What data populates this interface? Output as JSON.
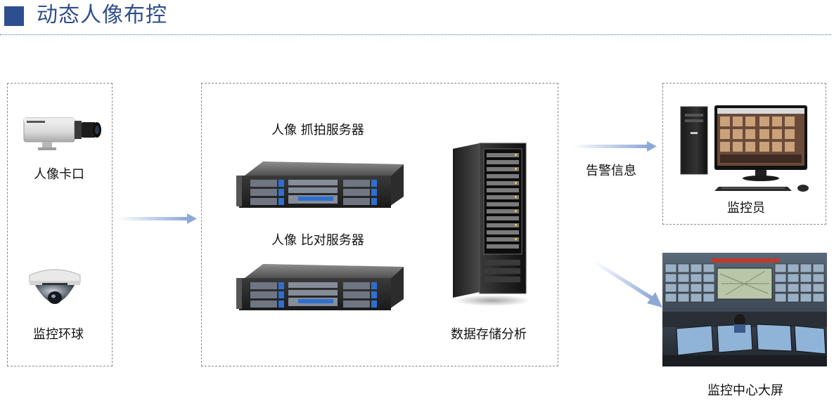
{
  "header": {
    "title": "动态人像布控"
  },
  "devices": {
    "camera_label": "人像卡口",
    "dome_label": "监控环球"
  },
  "servers": {
    "capture_label": "人像 抓拍服务器",
    "compare_label": "人像 比对服务器",
    "storage_label": "数据存储分析"
  },
  "outputs": {
    "alert_label": "告警信息",
    "operator_label": "监控员",
    "wall_label": "监控中心大屏"
  },
  "colors": {
    "accent": "#2e4f8f",
    "arrow": "#8ea8d6",
    "border": "#8a8a8a"
  }
}
